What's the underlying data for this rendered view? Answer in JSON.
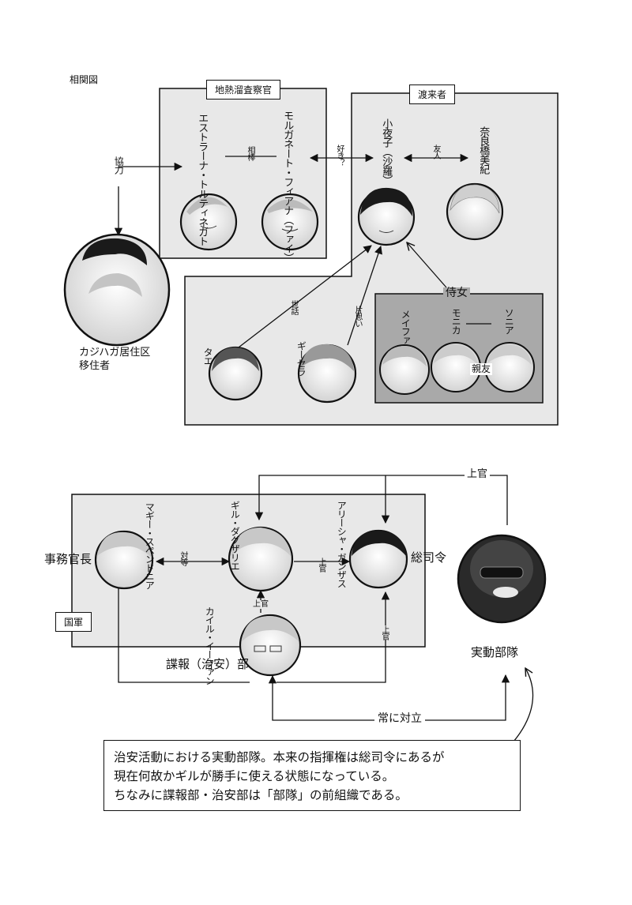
{
  "title": "相関図",
  "groups": {
    "chinetsu": "地熱溜査察官",
    "toraisha": "渡来者",
    "jijo": "侍女",
    "kokugun": "国軍"
  },
  "characters": {
    "estrana": "エストラーナ・トルティネガト",
    "morgana": "モルガネート・フィアナ（ファイ）",
    "sayako": "小夜子（沙羅）",
    "narahashi": "奈良橋美紀",
    "kajihaga": [
      "カジハガ居住区",
      "移住者"
    ],
    "tae": "タエ",
    "gisera": "ギーセラ",
    "meifa": "メイファ",
    "monika": "モニカ",
    "sonia": "ソニア",
    "maggie": "マギー・スペンドニア",
    "gil": "ギル・ダグザリエ",
    "alicia": "アリーシャ・ガンザス",
    "kyle": "カイル・イーファン"
  },
  "roles": {
    "jimukancho": "事務官長",
    "soshirei": "総司令",
    "chohobu": "諜報（治安）部",
    "jitsudo": "実動部隊"
  },
  "relations": {
    "kyoryoku": "協力",
    "aibou": "相棒",
    "suki": "好き？",
    "yujin": "友人",
    "sewa": "世話",
    "kataomoi": "片思い",
    "shinyu": "親友",
    "taito": "対等",
    "jokan": "上官",
    "tairitsu": "常に対立"
  },
  "note": {
    "line1": "治安活動における実動部隊。本来の指揮権は総司令にあるが",
    "line2": "現在何故かギルが勝手に使える状態になっている。",
    "line3": "ちなみに諜報部・治安部は「部隊」の前組織である。"
  }
}
